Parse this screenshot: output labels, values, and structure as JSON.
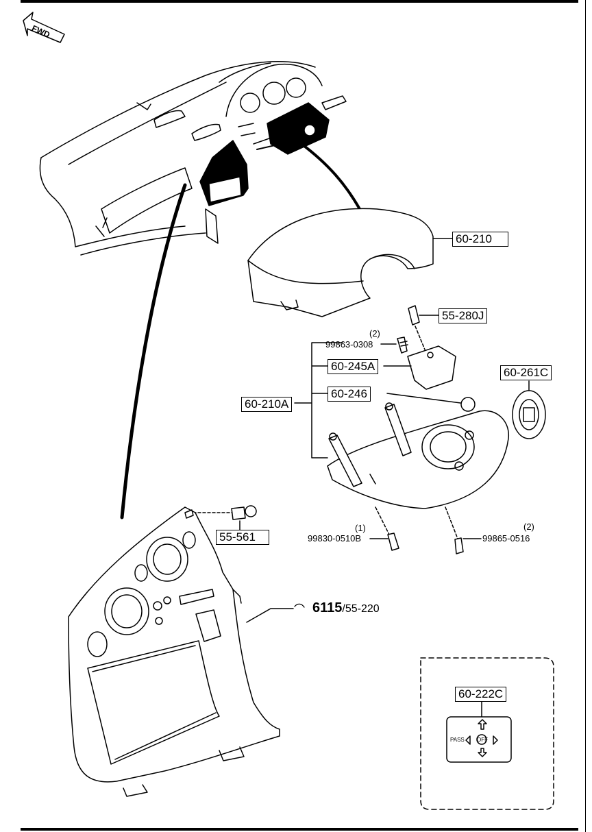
{
  "diagram": {
    "direction_label": "FWD",
    "parts": {
      "p60_210": "60-210",
      "p55_280J": "55-280J",
      "p99863_0308": "99863-0308",
      "qty_99863": "(2)",
      "p60_245A": "60-245A",
      "p60_246": "60-246",
      "p60_210A": "60-210A",
      "p60_261C": "60-261C",
      "p55_561": "55-561",
      "p99830_0510B": "99830-0510B",
      "qty_99830": "(1)",
      "p99865_0516": "99865-0516",
      "qty_99865": "(2)",
      "p6115_main": "6115",
      "p6115_sub": "/55-220",
      "p60_222C": "60-222C"
    },
    "switch_labels": {
      "pass": "PASS",
      "off": "OFF"
    }
  }
}
